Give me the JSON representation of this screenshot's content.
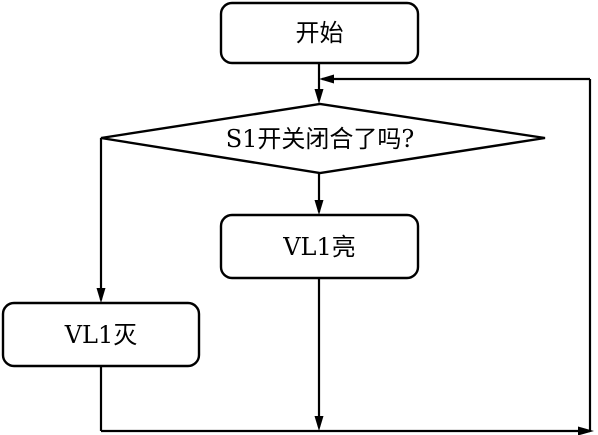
{
  "flowchart": {
    "start_label": "开始",
    "decision_label": "S1开关闭合了吗?",
    "on_label": "VL1亮",
    "off_label": "VL1灭"
  }
}
